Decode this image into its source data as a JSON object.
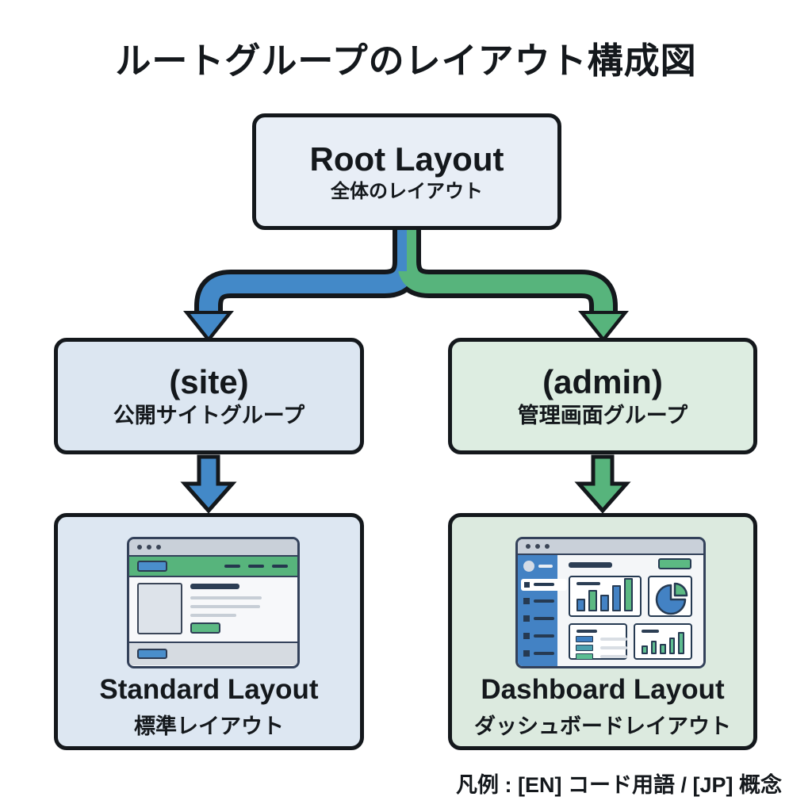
{
  "title": "ルートグループのレイアウト構成図",
  "legend": "凡例 : [EN] コード用語 / [JP] 概念",
  "nodes": {
    "root": {
      "en": "Root Layout",
      "jp": "全体のレイアウト"
    },
    "site": {
      "en": "(site)",
      "jp": "公開サイトグループ"
    },
    "admin": {
      "en": "(admin)",
      "jp": "管理画面グループ"
    },
    "standard": {
      "en": "Standard Layout",
      "jp": "標準レイアウト"
    },
    "dashboard": {
      "en": "Dashboard Layout",
      "jp": "ダッシュボードレイアウト"
    }
  },
  "colors": {
    "ink": "#14181c",
    "blue_branch": "#4389c8",
    "green_branch": "#57b47c",
    "root_bg": "#e8eef6",
    "site_bg": "#dce6f1",
    "admin_bg": "#ddede1",
    "standard_bg": "#dde7f2",
    "dashboard_bg": "#dceadf",
    "mock_navy": "#263a52",
    "mock_blue": "#4a8ecb",
    "mock_green": "#5cb983",
    "mock_sidebar_blue": "#4382c4"
  },
  "mockups": {
    "standard": {
      "kind": "browser-page",
      "nav_menu_dashes": 3,
      "text_lines": 3
    },
    "dashboard": {
      "kind": "admin-dashboard",
      "sidebar_items": 5,
      "bar_chart": {
        "bars": [
          {
            "h": 16,
            "c": "#4382c4"
          },
          {
            "h": 27,
            "c": "#5cb983"
          },
          {
            "h": 21,
            "c": "#4382c4"
          },
          {
            "h": 33,
            "c": "#4382c4"
          },
          {
            "h": 42,
            "c": "#5cb983"
          }
        ]
      },
      "mini_bar_chart": {
        "bars": [
          {
            "h": 11,
            "c": "#5fbd90"
          },
          {
            "h": 17,
            "c": "#5fbd90"
          },
          {
            "h": 13,
            "c": "#5fbd90"
          },
          {
            "h": 21,
            "c": "#5fbd90"
          },
          {
            "h": 28,
            "c": "#5fbd90"
          }
        ]
      },
      "list_rows": [
        {
          "c": "#3d7ec0"
        },
        {
          "c": "#4b9fae"
        },
        {
          "c": "#5cbd92"
        }
      ],
      "pie": {
        "main_c": "#4382c4",
        "wedge_c": "#5cb983"
      }
    }
  }
}
